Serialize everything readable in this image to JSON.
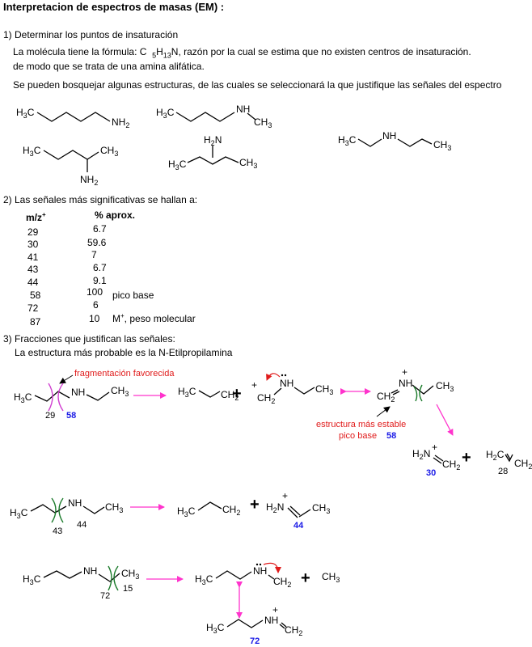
{
  "title": "Interpretacion de espectros de masas (EM) :",
  "s1": {
    "heading": "1) Determinar los puntos de insaturación",
    "line1a": "La molécula tiene la fórmula: C",
    "line1b": "H",
    "line1c": "N, razón por la cual se estima que no existen centros de insaturación.",
    "sub5": "5",
    "sub13": "13",
    "line2": "de modo que se trata de una amina alifática.",
    "line3": "Se pueden bosquejar algunas estructuras, de las cuales se seleccionará la que justifique las señales del espectro"
  },
  "s2": {
    "heading": "2) Las señales más significativas se hallan a:",
    "col1": "m/z",
    "col1sup": "+",
    "col2": "% aprox.",
    "rows": [
      {
        "mz": "29",
        "pct": "6.7",
        "note": ""
      },
      {
        "mz": "30",
        "pct": "59.6",
        "note": ""
      },
      {
        "mz": "41",
        "pct": "7",
        "note": ""
      },
      {
        "mz": "43",
        "pct": "6.7",
        "note": ""
      },
      {
        "mz": "44",
        "pct": "9.1",
        "note": ""
      },
      {
        "mz": "58",
        "pct": "100",
        "note": "pico base"
      },
      {
        "mz": "72",
        "pct": "6",
        "note": ""
      },
      {
        "mz": "87",
        "pct": "10",
        "note": "M"
      }
    ],
    "note_sup": "+",
    "note_tail": ", peso molecular"
  },
  "s3": {
    "heading": "3) Fracciones que justifican las señales:",
    "line1": "La estructura más  probable es la N-Etilpropilamina",
    "frag_label": "fragmentación favorecida",
    "stable_label1": "estructura más estable",
    "stable_label2": "pico base",
    "n58": "58",
    "n30": "30",
    "n28": "28",
    "n29": "29",
    "n43": "43",
    "n44": "44",
    "n72": "72",
    "n15": "15"
  },
  "atoms": {
    "H3C": "H",
    "NH": "NH",
    "NH2": "NH",
    "CH3": "CH",
    "CH2": "CH",
    "H2N": "H",
    "H2C": "H",
    "N": "N",
    "s2": "2",
    "s3": "3",
    "C": "C",
    "plus": "+"
  }
}
